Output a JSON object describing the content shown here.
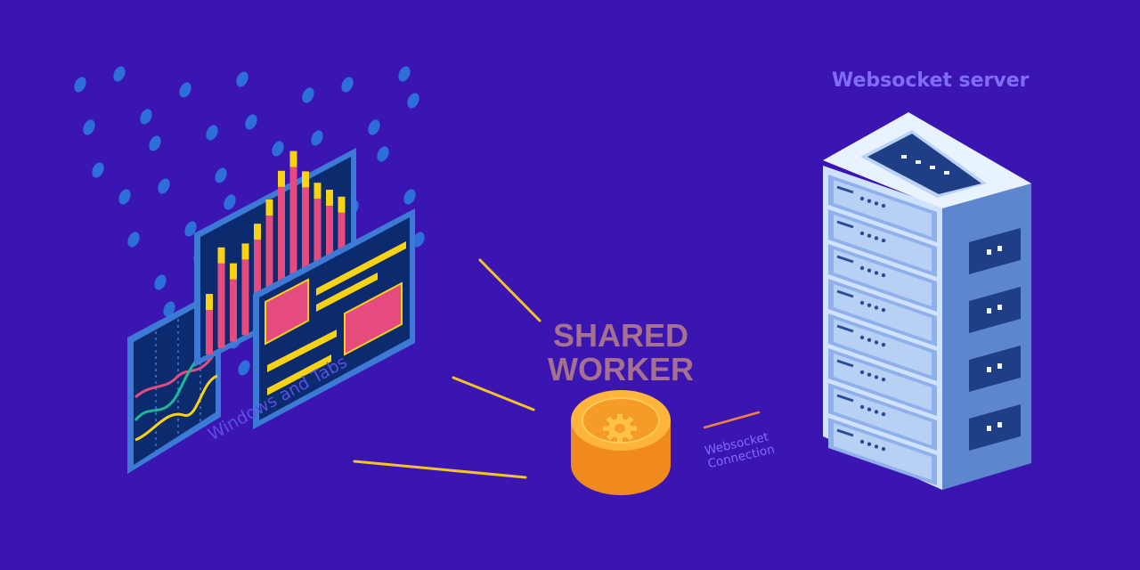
{
  "labels": {
    "websocket_server": "Websocket server",
    "shared_worker_line1": "SHARED",
    "shared_worker_line2": "WORKER",
    "windows_and_tabs": "Windows and Tabs",
    "websocket_connection_line1": "Websocket",
    "websocket_connection_line2": "Connection"
  },
  "colors": {
    "background": "#3b15b2",
    "label_purple": "#7f6df7",
    "worker_text": "#a6708f",
    "connector_yellow": "#f3c428",
    "connector_orange": "#f0803c",
    "worker_orange": "#f59b28",
    "screen_dark": "#0c2a6e",
    "screen_frame": "#3d7ad6",
    "chart_pink": "#e64b80",
    "chart_yellow": "#f7d313",
    "server_light": "#d8e8ff",
    "server_mid": "#86a8e6",
    "server_dark": "#1e3f86"
  },
  "icons": {
    "worker": "gear-icon",
    "server": "server-rack-icon",
    "windows": "browser-windows-illustration"
  }
}
